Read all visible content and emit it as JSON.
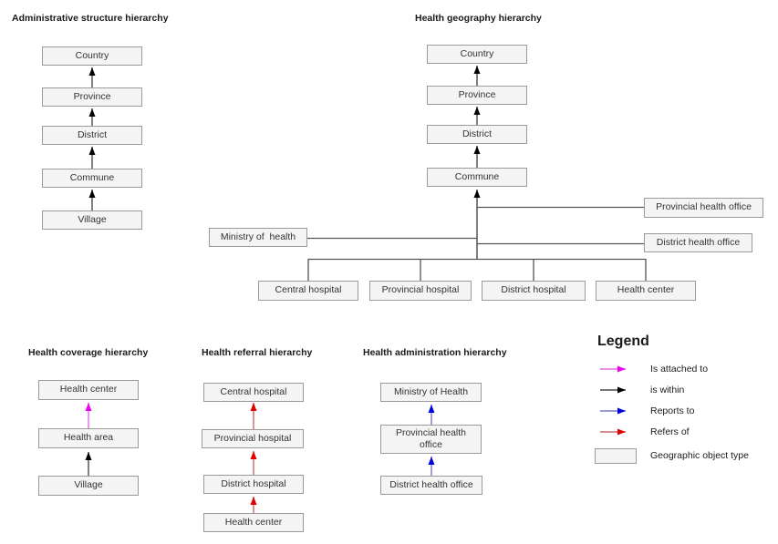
{
  "colors": {
    "is_attached_to": {
      "line": "#e36be3",
      "head": "#ee00ee"
    },
    "is_within": {
      "line": "#4a4a4a",
      "head": "#000000"
    },
    "reports_to": {
      "line": "#7878c8",
      "head": "#0000dd"
    },
    "refers_of": {
      "line": "#cc6666",
      "head": "#e00000"
    },
    "connector": "#555555",
    "box_fill": "#f4f4f4",
    "box_border": "#9a9a9a"
  },
  "diagrams": {
    "admin": {
      "title": "Administrative structure hierarchy",
      "nodes": [
        "Country",
        "Province",
        "District",
        "Commune",
        "Village"
      ],
      "edges": [
        {
          "from": "Village",
          "to": "Commune",
          "relation": "is within"
        },
        {
          "from": "Commune",
          "to": "District",
          "relation": "is within"
        },
        {
          "from": "District",
          "to": "Province",
          "relation": "is within"
        },
        {
          "from": "Province",
          "to": "Country",
          "relation": "is within"
        }
      ]
    },
    "geography": {
      "title": "Health geography hierarchy",
      "nodes": {
        "country": "Country",
        "province": "Province",
        "district": "District",
        "commune": "Commune",
        "ministry": "Ministry of  health",
        "provincial_office": "Provincial health office",
        "district_office": "District health office",
        "central_hospital": "Central hospital",
        "provincial_hospital": "Provincial hospital",
        "district_hospital": "District hospital",
        "health_center": "Health center"
      },
      "edges": [
        {
          "from": "Commune",
          "to": "District",
          "relation": "is within"
        },
        {
          "from": "District",
          "to": "Province",
          "relation": "is within"
        },
        {
          "from": "Province",
          "to": "Country",
          "relation": "is within"
        },
        {
          "from": "Ministry of  health",
          "to": "Commune",
          "relation": "is within"
        },
        {
          "from": "Provincial health office",
          "to": "Commune",
          "relation": "is within"
        },
        {
          "from": "District health office",
          "to": "Commune",
          "relation": "is within"
        },
        {
          "from": "Central hospital",
          "to": "Commune",
          "relation": "is within"
        },
        {
          "from": "Provincial hospital",
          "to": "Commune",
          "relation": "is within"
        },
        {
          "from": "District hospital",
          "to": "Commune",
          "relation": "is within"
        },
        {
          "from": "Health center",
          "to": "Commune",
          "relation": "is within"
        }
      ]
    },
    "coverage": {
      "title": "Health coverage hierarchy",
      "nodes": [
        "Health center",
        "Health area",
        "Village"
      ],
      "edges": [
        {
          "from": "Health area",
          "to": "Health center",
          "relation": "Is attached to"
        },
        {
          "from": "Village",
          "to": "Health area",
          "relation": "is within"
        }
      ]
    },
    "referral": {
      "title": "Health referral hierarchy",
      "nodes": [
        "Central hospital",
        "Provincial hospital",
        "District hospital",
        "Health center"
      ],
      "edges": [
        {
          "from": "Provincial hospital",
          "to": "Central hospital",
          "relation": "Refers of"
        },
        {
          "from": "District hospital",
          "to": "Provincial hospital",
          "relation": "Refers of"
        },
        {
          "from": "Health center",
          "to": "District hospital",
          "relation": "Refers of"
        }
      ]
    },
    "administration": {
      "title": "Health administration hierarchy",
      "nodes": [
        "Ministry of Health",
        "Provincial health office",
        "District health office"
      ],
      "edges": [
        {
          "from": "Provincial health office",
          "to": "Ministry of Health",
          "relation": "Reports to"
        },
        {
          "from": "District health office",
          "to": "Provincial health office",
          "relation": "Reports to"
        }
      ]
    }
  },
  "legend": {
    "title": "Legend",
    "items": [
      {
        "label": "Is attached to"
      },
      {
        "label": "is within"
      },
      {
        "label": "Reports to"
      },
      {
        "label": "Refers of"
      },
      {
        "label": "Geographic object type"
      }
    ]
  }
}
